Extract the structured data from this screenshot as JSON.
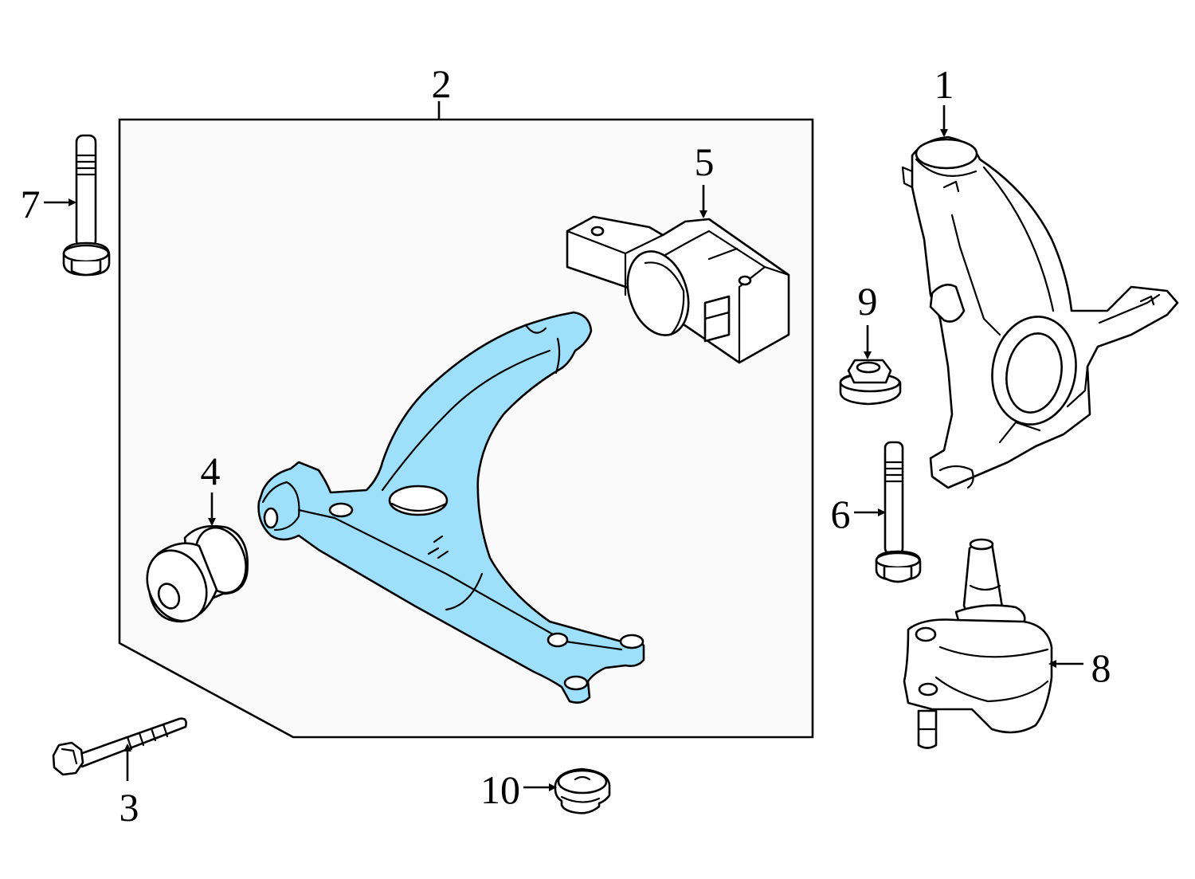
{
  "colors": {
    "highlight": "#9ee0fb",
    "line": "#000000",
    "group_box_fill": "#fafafa",
    "background": "#ffffff"
  },
  "callouts": [
    {
      "id": "1",
      "part": "steering-knuckle"
    },
    {
      "id": "2",
      "part": "control-arm-assembly"
    },
    {
      "id": "3",
      "part": "bolt"
    },
    {
      "id": "4",
      "part": "front-bushing"
    },
    {
      "id": "5",
      "part": "rear-bushing"
    },
    {
      "id": "6",
      "part": "bolt"
    },
    {
      "id": "7",
      "part": "bolt"
    },
    {
      "id": "8",
      "part": "ball-joint"
    },
    {
      "id": "9",
      "part": "nut"
    },
    {
      "id": "10",
      "part": "cap"
    }
  ]
}
